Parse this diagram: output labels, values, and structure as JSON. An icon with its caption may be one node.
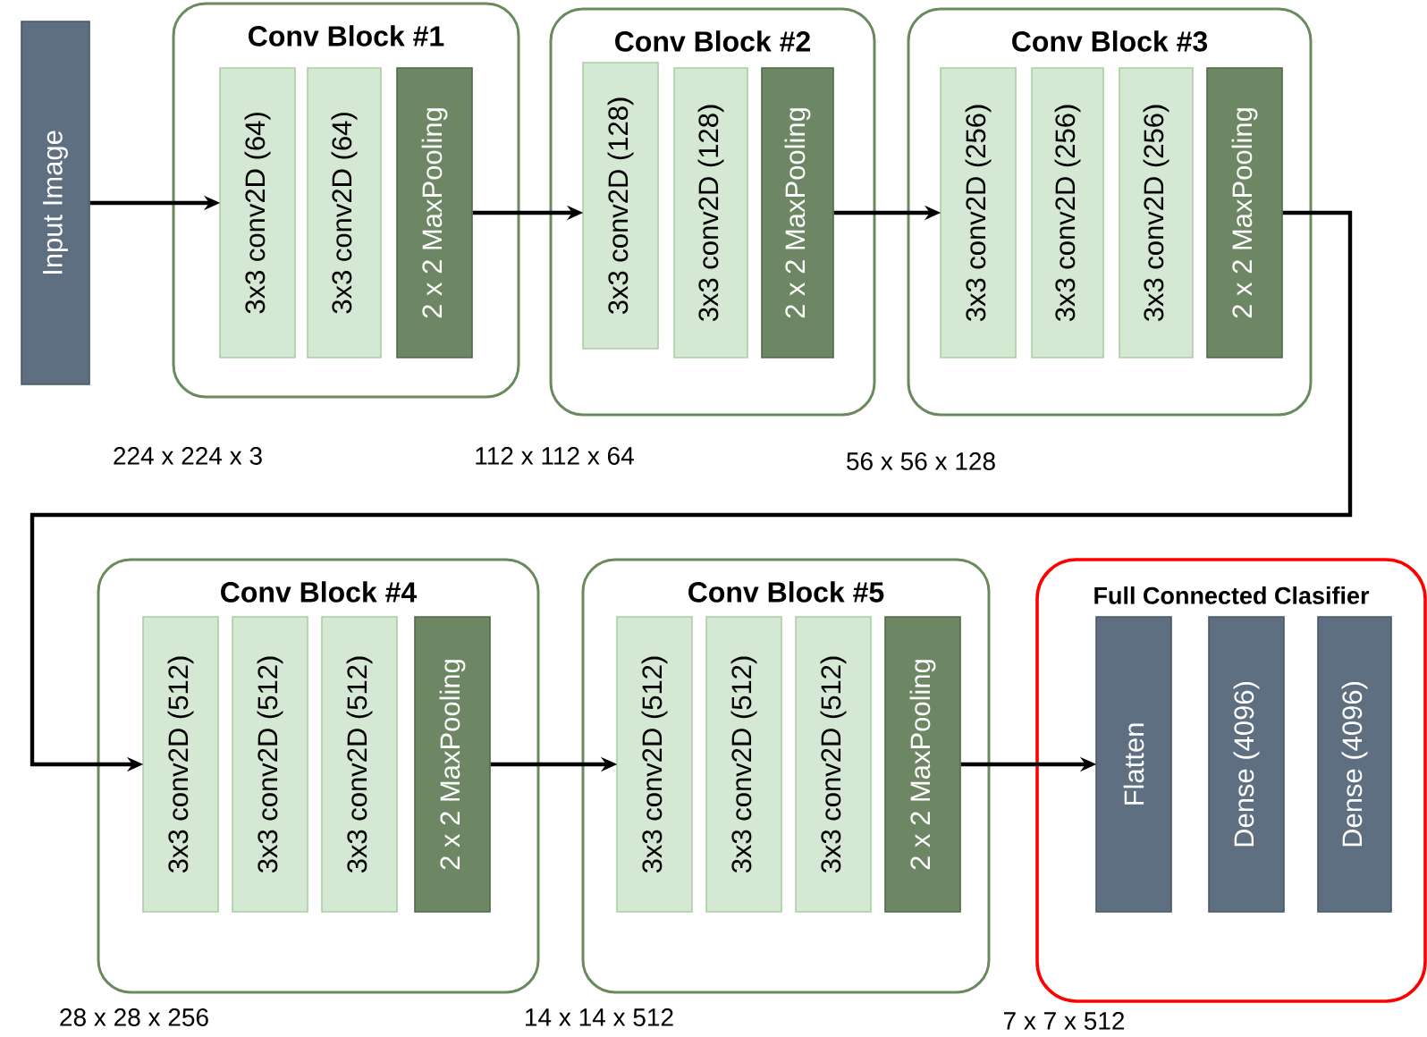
{
  "diagram": {
    "nodes": [
      {
        "text": [
          "Input Image"
        ]
      },
      {
        "text": [
          "Conv Block #1"
        ]
      },
      {
        "text": [
          "3x3 conv2D (64)"
        ],
        "in": 1
      },
      {
        "text": [
          "3x3 conv2D (64)"
        ],
        "in": 1
      },
      {
        "text": [
          "2 x 2 MaxPooling"
        ],
        "in": 1
      },
      {
        "text": [
          "Conv Block #2"
        ]
      },
      {
        "text": [
          "3x3 conv2D (128)"
        ],
        "in": 5
      },
      {
        "text": [
          "3x3 conv2D (128)"
        ],
        "in": 5
      },
      {
        "text": [
          "2 x 2 MaxPooling"
        ],
        "in": 5
      },
      {
        "text": [
          "Conv Block #3"
        ]
      },
      {
        "text": [
          "3x3 conv2D (256)"
        ],
        "in": 9
      },
      {
        "text": [
          "3x3 conv2D (256)"
        ],
        "in": 9
      },
      {
        "text": [
          "3x3 conv2D (256)"
        ],
        "in": 9
      },
      {
        "text": [
          "2 x 2 MaxPooling"
        ],
        "in": 9
      },
      {
        "text": [
          "Conv Block #4"
        ]
      },
      {
        "text": [
          "3x3 conv2D (512)"
        ],
        "in": 14
      },
      {
        "text": [
          "3x3 conv2D (512)"
        ],
        "in": 14
      },
      {
        "text": [
          "3x3 conv2D (512)"
        ],
        "in": 14
      },
      {
        "text": [
          "2 x 2 MaxPooling"
        ],
        "in": 14
      },
      {
        "text": [
          "Conv Block #5"
        ]
      },
      {
        "text": [
          "3x3 conv2D (512)"
        ],
        "in": 19
      },
      {
        "text": [
          "3x3 conv2D (512)"
        ],
        "in": 19
      },
      {
        "text": [
          "3x3 conv2D (512)"
        ],
        "in": 19
      },
      {
        "text": [
          "2 x 2 MaxPooling"
        ],
        "in": 19
      },
      {
        "text": [
          "Full Connected Clasifier"
        ]
      },
      {
        "text": [
          "Flatten"
        ],
        "in": 24
      },
      {
        "text": [
          "Dense (4096)"
        ],
        "in": 24
      },
      {
        "text": [
          "Dense (4096)"
        ],
        "in": 24
      }
    ],
    "edges": [
      {
        "from": 0,
        "to": 2,
        "arrow": "to"
      },
      {
        "from": 4,
        "to": 6,
        "arrow": "to"
      },
      {
        "from": 8,
        "to": 10,
        "arrow": "to"
      },
      {
        "from": 13,
        "to": 15,
        "arrow": "to"
      },
      {
        "from": 18,
        "to": 20,
        "arrow": "to"
      },
      {
        "from": 23,
        "to": 25,
        "arrow": "to"
      }
    ],
    "labels": [
      "224 x 224 x 3",
      "112 x 112 x 64",
      "56 x 56 x 128",
      "28 x 28 x 256",
      "14 x 14 x 512",
      "7 x 7 x 512"
    ]
  }
}
